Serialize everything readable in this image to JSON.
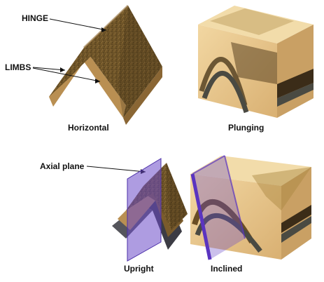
{
  "labels": {
    "hinge": "HINGE",
    "limbs": "LIMBS",
    "axial_plane": "Axial plane",
    "horizontal": "Horizontal",
    "plunging": "Plunging",
    "upright": "Upright",
    "inclined": "Inclined"
  },
  "colors": {
    "rock_top": "#6e5428",
    "rock_dark": "#3c2c14",
    "rock_side": "#d8b178",
    "block_face": "#e6c48a",
    "block_light": "#f1d9a6",
    "dark_layer": "#4a4a42",
    "axial_plane": "#6b4bc9",
    "leader_line": "#111111"
  }
}
